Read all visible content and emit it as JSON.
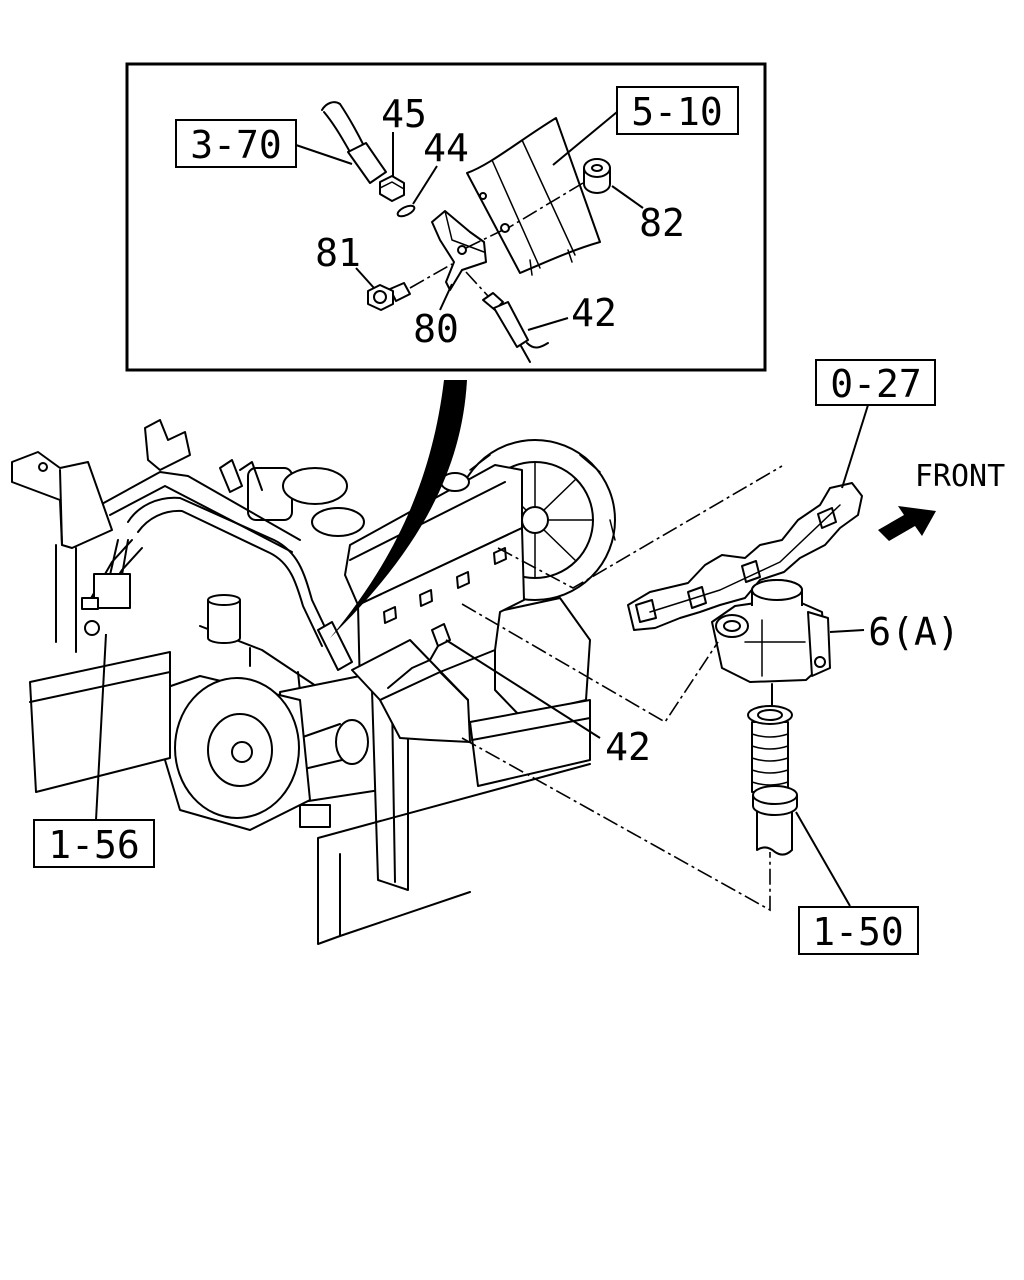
{
  "diagram": {
    "inset": {
      "ref_3_70": "3-70",
      "part_45": "45",
      "part_44": "44",
      "ref_5_10": "5-10",
      "part_82": "82",
      "part_81": "81",
      "part_80": "80",
      "part_42": "42"
    },
    "main": {
      "ref_0_27": "0-27",
      "front": "FRONT",
      "part_6a": "6(A)",
      "part_42": "42",
      "ref_1_56": "1-56",
      "ref_1_50": "1-50"
    }
  },
  "icons": {
    "front_arrow": "arrow-up-right-icon",
    "zoom_pointer": "callout-wedge-icon"
  },
  "colors": {
    "ink": "#000000",
    "background": "#ffffff"
  }
}
